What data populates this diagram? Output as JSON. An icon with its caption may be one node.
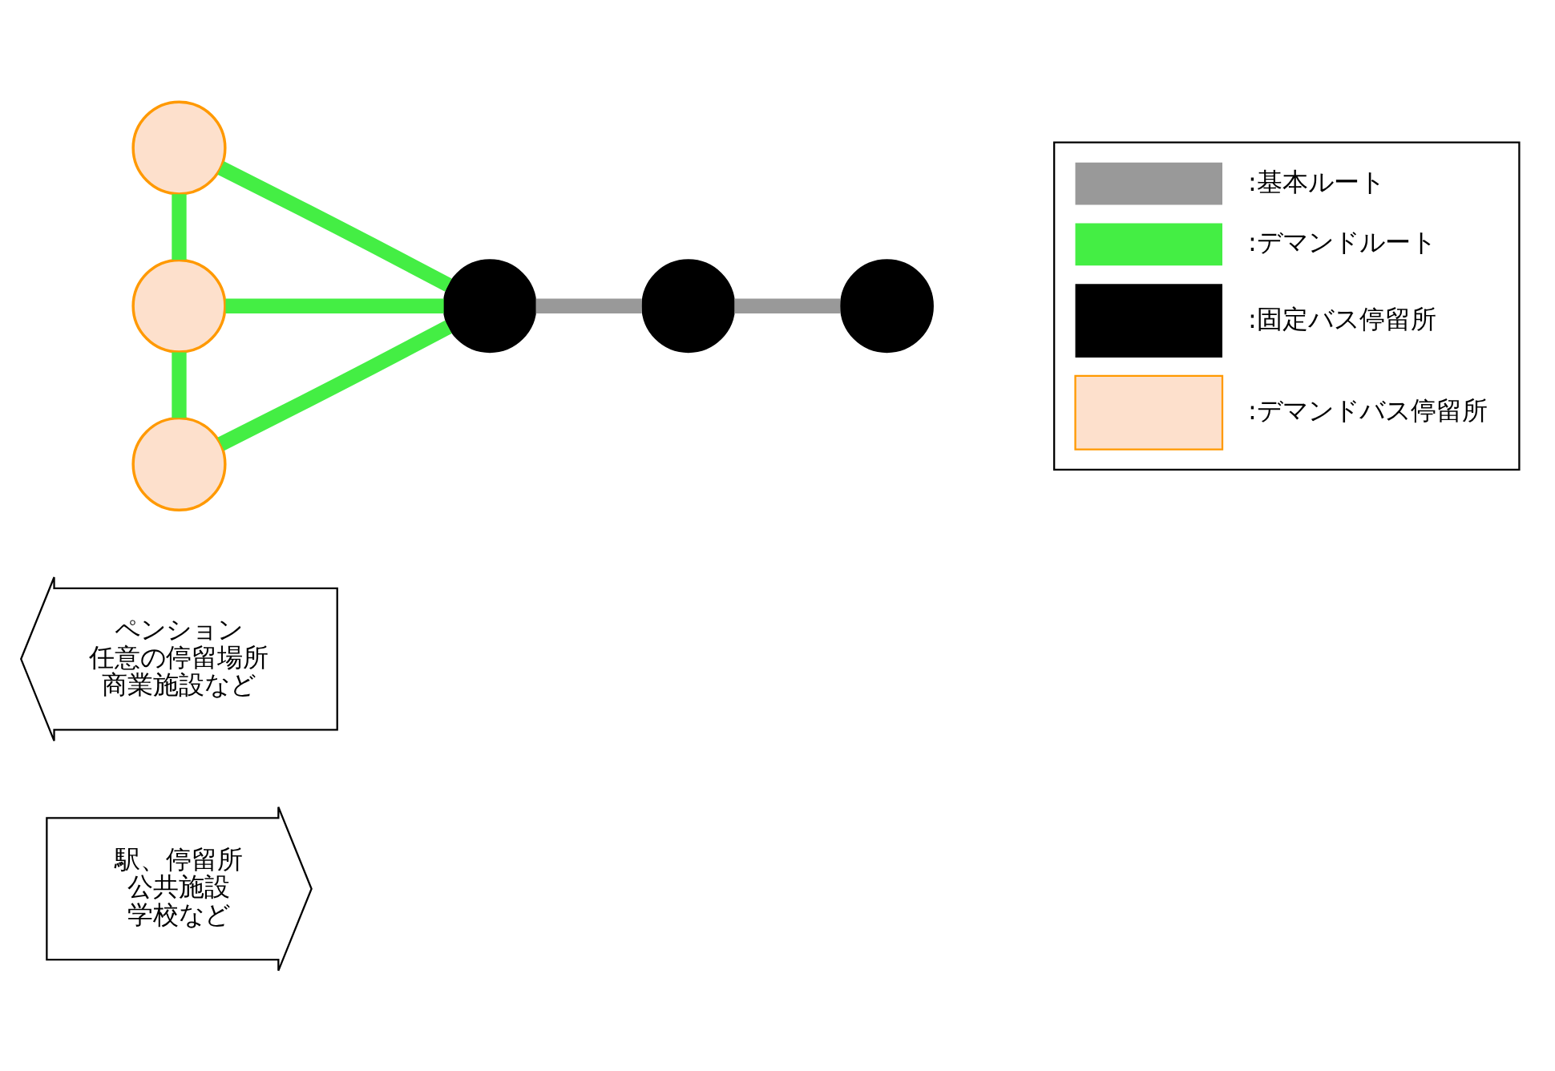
{
  "diagram": {
    "nodes": [
      {
        "text": [
          "ペンション",
          "任意の停留場所",
          "商業施設など"
        ]
      },
      {
        "text": [
          "駅、停留所",
          "公共施設",
          "学校など"
        ]
      },
      {
        "text": [],
        "shape": "circle"
      },
      {
        "text": [],
        "shape": "circle"
      },
      {
        "text": [],
        "shape": "circle"
      },
      {
        "text": [],
        "shape": "circle"
      },
      {
        "text": [],
        "shape": "circle"
      },
      {
        "text": [],
        "shape": "circle"
      }
    ],
    "edges": [
      {
        "from": 2,
        "to": 3,
        "arrow": "none",
        "color": "#999999"
      },
      {
        "from": 3,
        "to": 4,
        "arrow": "none",
        "color": "#999999"
      },
      {
        "from": 5,
        "to": 2,
        "arrow": "none"
      },
      {
        "from": 6,
        "to": 2,
        "arrow": "none"
      },
      {
        "from": 7,
        "to": 2,
        "arrow": "none"
      },
      {
        "from": 5,
        "to": 6,
        "arrow": "none"
      },
      {
        "from": 6,
        "to": 7,
        "arrow": "none"
      }
    ],
    "legend": [
      {
        "text": ":基本ルート"
      },
      {
        "text": ":デマンドルート"
      },
      {
        "text": ":固定バス停留所"
      },
      {
        "text": ":デマンドバス停留所"
      }
    ]
  }
}
